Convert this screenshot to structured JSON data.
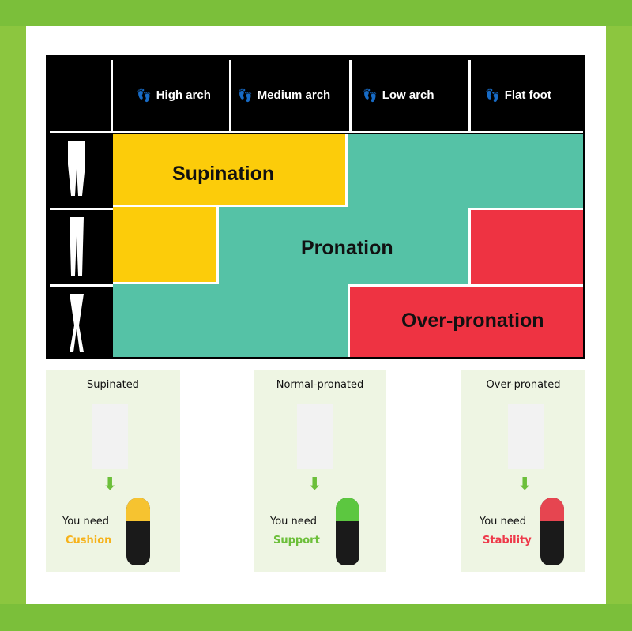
{
  "columns": [
    "High arch",
    "Medium arch",
    "Low arch",
    "Flat foot"
  ],
  "zones": {
    "supination": "Supination",
    "pronation": "Pronation",
    "over_pronation": "Over-pronation"
  },
  "colors": {
    "supination": "#fccc0a",
    "pronation": "#55c2a6",
    "over_pronation": "#ee3342",
    "frame": "#8cc63f"
  },
  "panels": [
    {
      "title": "Supinated",
      "need": "You need",
      "kind": "Cushion",
      "color": "#f6b21a"
    },
    {
      "title": "Normal-pronated",
      "need": "You need",
      "kind": "Support",
      "color": "#6cbf3a"
    },
    {
      "title": "Over-pronated",
      "need": "You need",
      "kind": "Stability",
      "color": "#ee3a4a"
    }
  ]
}
